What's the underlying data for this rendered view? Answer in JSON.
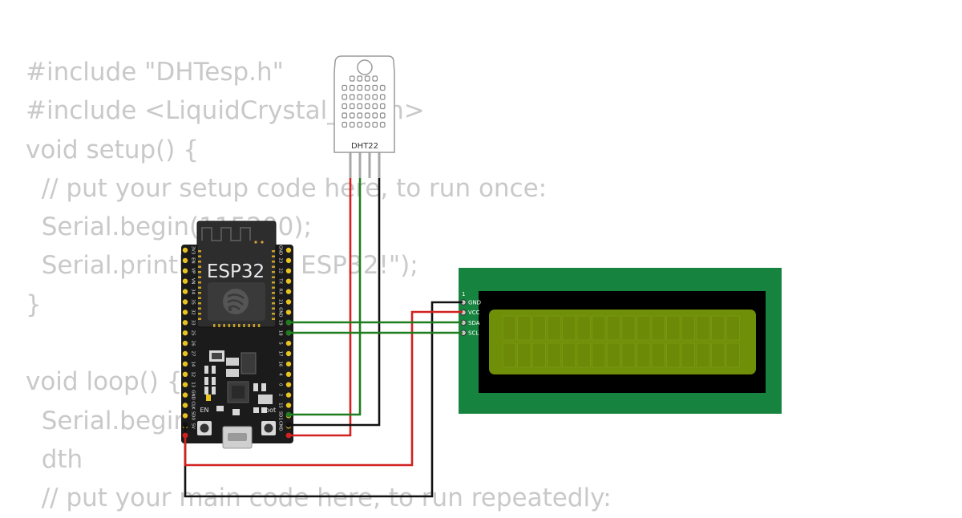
{
  "code_lines": [
    "#include \"DHTesp.h\"",
    "#include <LiquidCrystal_I2C.h>",
    "void setup() {",
    "  // put your setup code here, to run once:",
    "  Serial.begin(115200);",
    "  Serial.println(\"Hello, ESP32!\");",
    "}",
    "",
    "void loop() {",
    "  Serial.begin",
    "  dth",
    "  // put your main code here, to run repeatedly:"
  ],
  "sensor": {
    "label": "DHT22"
  },
  "board": {
    "label": "ESP32",
    "button_en": "EN",
    "button_boot": "Boot",
    "left_pins": [
      "3V3",
      "EN",
      "VP",
      "VN",
      "34",
      "35",
      "32",
      "33",
      "25",
      "26",
      "27",
      "14",
      "12",
      "13",
      "GND",
      "CLK",
      "SD0",
      "5V"
    ],
    "right_pins": [
      "GND",
      "23",
      "22",
      "TX",
      "RX",
      "21",
      "GND",
      "19",
      "18",
      "5",
      "17",
      "16",
      "4",
      "0",
      "2",
      "15",
      "SD1",
      "CMD"
    ]
  },
  "lcd": {
    "marker": "1",
    "pins": [
      "GND",
      "VCC",
      "SDA",
      "SCL"
    ]
  },
  "colors": {
    "code_text": "#c9c9c9",
    "wire_vcc": "#d32020",
    "wire_gnd": "#111111",
    "wire_data": "#1e7d1e",
    "lcd_pcb": "#16843e",
    "lcd_screen": "#6f8f08",
    "board_pcb": "#1b1b1b",
    "pin_gold": "#e8c322"
  }
}
